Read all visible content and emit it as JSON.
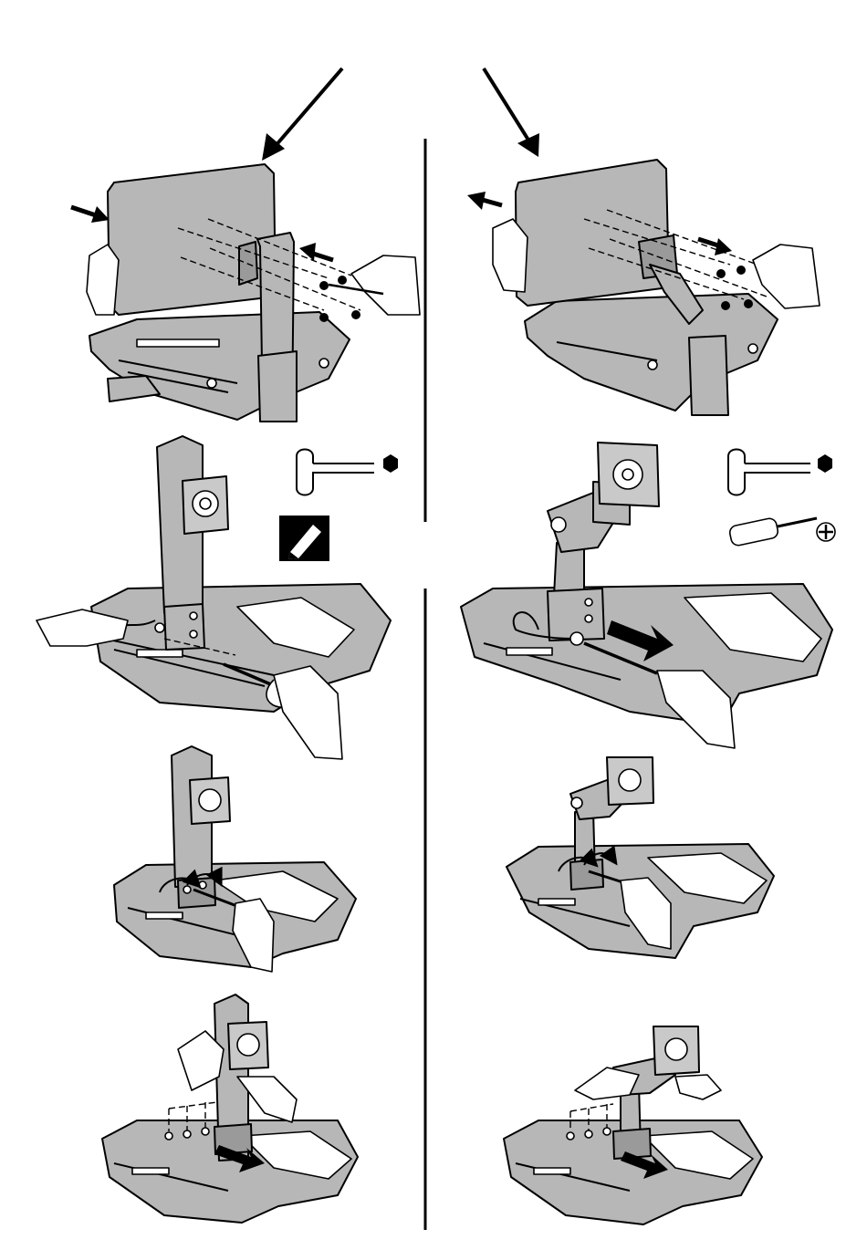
{
  "page": {
    "background": "#ffffff",
    "illustration_fill": "#b7b7b7",
    "line_color": "#000000"
  },
  "tools": [
    {
      "name": "hex-key",
      "icon": "hex-key-icon"
    },
    {
      "name": "phillips-screwdriver",
      "icon": "screwdriver-icon"
    },
    {
      "name": "marker-note",
      "icon": "pencil-note-icon"
    }
  ],
  "steps": [
    {
      "column": "left",
      "panel": "mount-monitor-fixed-mast"
    },
    {
      "column": "right",
      "panel": "mount-monitor-articulating-arm"
    },
    {
      "column": "left",
      "panel": "loosen-mast-bolt"
    },
    {
      "column": "right",
      "panel": "loosen-arm-bolt"
    },
    {
      "column": "left",
      "panel": "remove-mast-screws"
    },
    {
      "column": "right",
      "panel": "remove-arm-screws"
    },
    {
      "column": "left",
      "panel": "slide-out-mast"
    },
    {
      "column": "right",
      "panel": "slide-out-arm"
    }
  ]
}
